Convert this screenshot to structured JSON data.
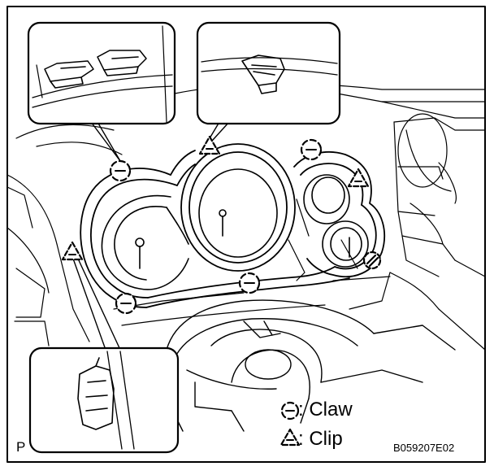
{
  "legend": {
    "claw_label": ": Claw",
    "clip_label": ": Clip"
  },
  "corner_mark": "P",
  "figure_code": "B059207E02",
  "colors": {
    "ink": "#000000",
    "paper": "#ffffff"
  }
}
